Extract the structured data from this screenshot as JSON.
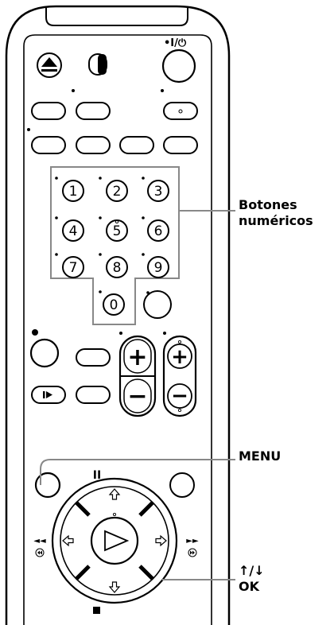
{
  "callouts": {
    "numeric_line1": "Botones",
    "numeric_line2": "numéricos",
    "menu": "MENU",
    "arrows": "↑/↓",
    "ok": "OK"
  },
  "remote": {
    "power_label": "•I/⏻",
    "digits": [
      "1",
      "2",
      "3",
      "4",
      "5",
      "6",
      "7",
      "8",
      "9",
      "0"
    ],
    "plus": "+",
    "minus": "−",
    "pause": "II",
    "rewind": "◄◄",
    "forward": "►►"
  }
}
